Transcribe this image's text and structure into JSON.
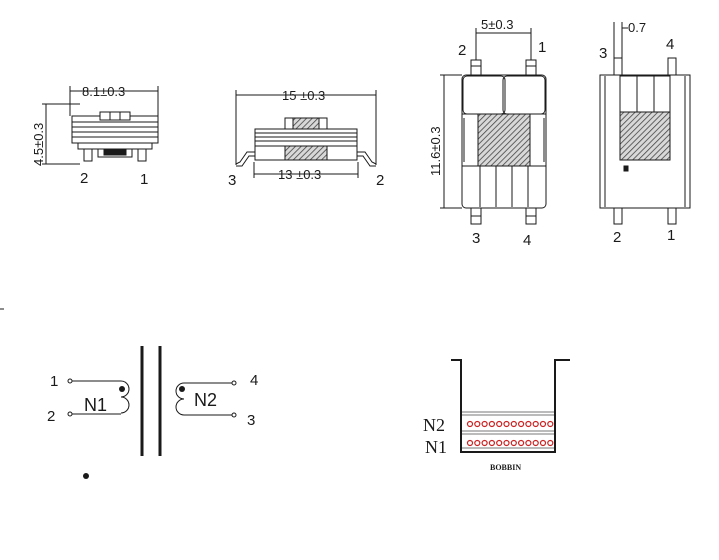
{
  "views": {
    "front": {
      "width_dim": "8.1±0.3",
      "height_dim": "4.5±0.3",
      "pin_left": "2",
      "pin_right": "1"
    },
    "side": {
      "top_dim": "15 ±0.3",
      "bottom_dim": "13 ±0.3",
      "pin_left": "3",
      "pin_right": "2"
    },
    "top": {
      "pitch_dim": "5±0.3",
      "length_dim": "11.6±0.3",
      "pin_tl": "2",
      "pin_tr": "1",
      "pin_bl": "3",
      "pin_br": "4"
    },
    "bottom": {
      "pin_dim": "0.7",
      "pin_tl": "3",
      "pin_tr": "4",
      "pin_bl": "2",
      "pin_br": "1"
    }
  },
  "schematic": {
    "pin1": "1",
    "pin2": "2",
    "pin3": "3",
    "pin4": "4",
    "winding_primary": "N1",
    "winding_secondary": "N2"
  },
  "bobbin": {
    "layer_top": "N2",
    "layer_bottom": "N1",
    "caption": "BOBBIN"
  },
  "colors": {
    "line": "#1a1a1a",
    "hatch": "#555555",
    "winding_dot": "#cc2222"
  }
}
